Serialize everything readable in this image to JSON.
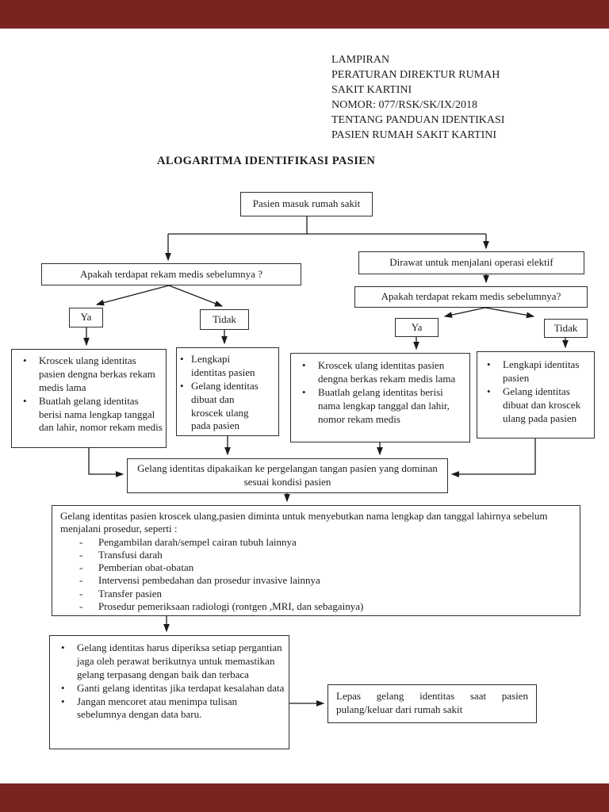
{
  "colors": {
    "frame_band": "#7a2422",
    "page_background": "#ffffff",
    "line": "#1a1a1a"
  },
  "document_header": {
    "lines": [
      "LAMPIRAN",
      "PERATURAN DIREKTUR RUMAH",
      "SAKIT KARTINI",
      "NOMOR: 077/RSK/SK/IX/2018",
      "TENTANG PANDUAN IDENTIKASI",
      "PASIEN RUMAH SAKIT KARTINI"
    ]
  },
  "title": "ALOGARITMA IDENTIFIKASI PASIEN",
  "flowchart": {
    "start": "Pasien masuk rumah sakit",
    "question_left": "Apakah terdapat rekam medis sebelumnya ?",
    "admit_right": "Dirawat untuk menjalani operasi elektif",
    "question_right": "Apakah terdapat rekam medis sebelumnya?",
    "yes_left": "Ya",
    "no_left": "Tidak",
    "yes_right": "Ya",
    "no_right": "Tidak",
    "box_recheck_left": {
      "items": [
        "Kroscek ulang identitas pasien dengna berkas rekam medis lama",
        "Buatlah gelang identitas berisi nama lengkap tanggal dan lahir, nomor rekam medis"
      ]
    },
    "box_complete_left": {
      "items": [
        "Lengkapi identitas pasien",
        "Gelang identitas dibuat dan kroscek ulang pada pasien"
      ]
    },
    "box_recheck_right": {
      "items": [
        "Kroscek ulang identitas pasien dengna berkas rekam medis lama",
        "Buatlah gelang identitas berisi nama lengkap tanggal dan lahir, nomor rekam medis"
      ]
    },
    "box_complete_right": {
      "items": [
        "Lengkapi identitas pasien",
        "Gelang identitas dibuat dan kroscek ulang pada pasien"
      ]
    },
    "band_box": {
      "lines": [
        "Gelang identitas dipakaikan ke pergelangan tangan pasien yang dominan",
        "sesuai kondisi pasien"
      ]
    },
    "verify_box": {
      "intro": "Gelang identitas pasien kroscek ulang,pasien diminta untuk menyebutkan nama lengkap dan tanggal lahirnya sebelum menjalani prosedur, seperti :",
      "items": [
        "Pengambilan darah/sempel cairan tubuh lainnya",
        "Transfusi darah",
        "Pemberian obat-obatan",
        "Intervensi pembedahan dan prosedur invasive lainnya",
        "Transfer pasien",
        "Prosedur pemeriksaan radiologi (rontgen ,MRI, dan sebagainya)"
      ]
    },
    "check_box": {
      "items": [
        "Gelang identitas harus diperiksa setiap pergantian jaga oleh perawat berikutnya untuk memastikan gelang terpasang dengan baik dan terbaca",
        "Ganti gelang identitas jika terdapat kesalahan data",
        "Jangan mencoret atau menimpa tulisan sebelumnya dengan data baru."
      ]
    },
    "release_box": "Lepas gelang identitas saat pasien pulang/keluar dari rumah sakit"
  }
}
